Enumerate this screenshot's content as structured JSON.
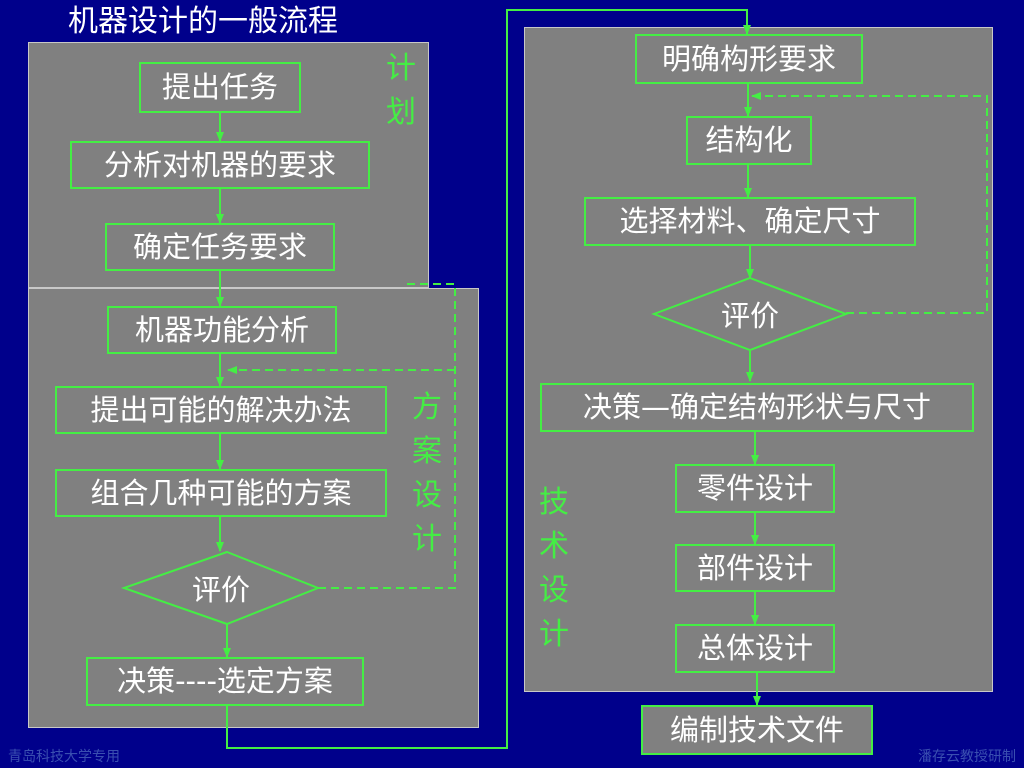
{
  "title": "机器设计的一般流程",
  "colors": {
    "background": "#00008b",
    "panel": "#808080",
    "accent": "#44ee44",
    "text": "#ffffff"
  },
  "planning": {
    "label": [
      "计",
      "划"
    ],
    "steps": [
      "提出任务",
      "分析对机器的要求",
      "确定任务要求"
    ]
  },
  "scheme": {
    "label": [
      "方",
      "案",
      "设",
      "计"
    ],
    "steps": [
      "机器功能分析",
      "提出可能的解决办法",
      "组合几种可能的方案"
    ],
    "evaluate": "评价",
    "decision": "决策----选定方案"
  },
  "technical": {
    "label": [
      "技",
      "术",
      "设",
      "计"
    ],
    "steps": [
      "明确构形要求",
      "结构化",
      "选择材料、确定尺寸"
    ],
    "evaluate": "评价",
    "decision": "决策—确定结构形状与尺寸",
    "design_steps": [
      "零件设计",
      "部件设计",
      "总体设计"
    ]
  },
  "final": "编制技术文件",
  "footer": {
    "left": "青岛科技大学专用",
    "right": "潘存云教授研制"
  }
}
